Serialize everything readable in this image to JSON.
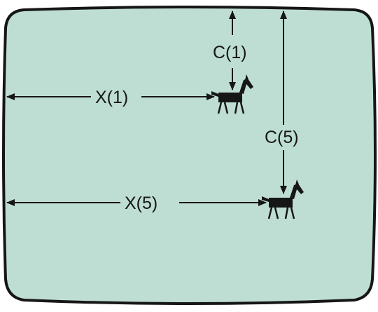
{
  "screen": {
    "background_color": "#bfded3",
    "border_color": "#161616"
  },
  "labels": {
    "horse1_top_distance": "C(1)",
    "horse1_left_distance": "X(1)",
    "horse5_top_distance": "C(5)",
    "horse5_left_distance": "X(5)"
  },
  "icons": {
    "horse": "horse-icon"
  }
}
